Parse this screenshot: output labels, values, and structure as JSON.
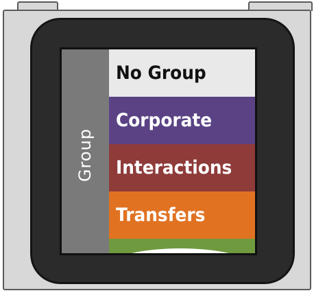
{
  "sidebar": {
    "label": "Group"
  },
  "menu": {
    "items": [
      {
        "label": "No Group",
        "color": "#e9e9e9",
        "text_color": "#111111"
      },
      {
        "label": "Corporate",
        "color": "#5a4284",
        "text_color": "#ffffff"
      },
      {
        "label": "Interactions",
        "color": "#8e3b3a",
        "text_color": "#ffffff"
      },
      {
        "label": "Transfers",
        "color": "#e07222",
        "text_color": "#ffffff"
      }
    ],
    "partial_item_color": "#6f9a3f"
  },
  "colors": {
    "device_body": "#d8d8d8",
    "bezel": "#2b2b2b",
    "group_bar": "#7a7a7a"
  }
}
